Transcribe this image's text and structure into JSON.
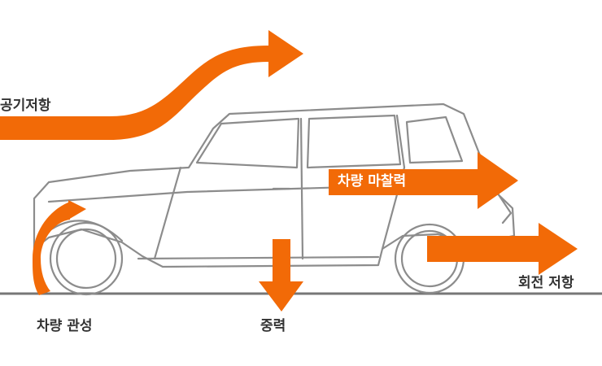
{
  "labels": {
    "air_resistance": "공기저항",
    "drivetrain_friction": "차량 마찰력",
    "rolling_resistance": "회전 저항",
    "vehicle_inertia": "차량 관성",
    "gravity": "중력"
  },
  "colors": {
    "arrow": "#F26A07",
    "car_outline": "#8C8C8C",
    "ground": "#777777",
    "label_text": "#333333",
    "label_on_arrow": "#FFFFFF"
  },
  "icons": {
    "vehicle": "car-silhouette-icon"
  }
}
